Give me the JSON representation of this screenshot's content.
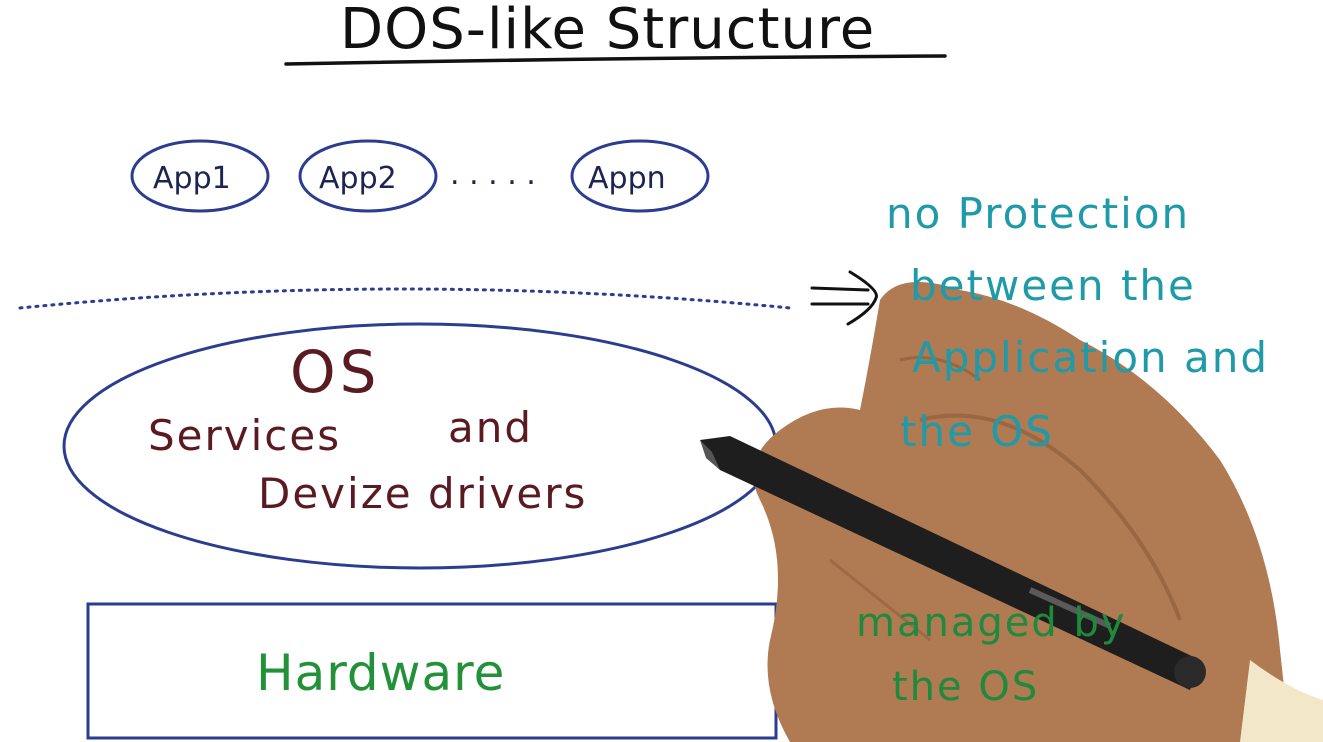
{
  "title": "DOS-like Structure",
  "apps": [
    "App1",
    "App2",
    "Appn"
  ],
  "app_ellipsis": ". . . . .",
  "os_block": {
    "title": "OS",
    "line1_a": "Services",
    "line1_b": "and",
    "line2": "Devize drivers"
  },
  "hardware_label": "Hardware",
  "note_protection": [
    "no Protection",
    "between the",
    "Application and",
    "the OS"
  ],
  "note_managed": [
    "managed by",
    "the OS"
  ],
  "colors": {
    "app_ink": "#1c2452",
    "os_ink": "#5a1a22",
    "outline_blue": "#2a3d8f",
    "hardware_green": "#23913a",
    "note_teal": "#1f9aa8",
    "note_green": "#1f8a3c"
  }
}
